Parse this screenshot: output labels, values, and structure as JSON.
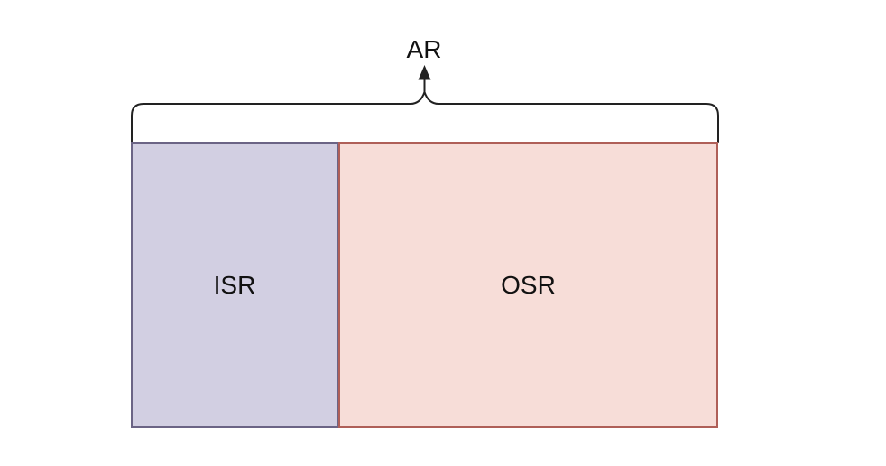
{
  "diagram": {
    "pointer": {
      "label": "AR"
    },
    "regions": [
      {
        "label": "ISR",
        "fill": "#d2cfe2",
        "border_color": "#6b6485"
      },
      {
        "label": "OSR",
        "fill": "#f7ddd8",
        "border_color": "#af5f58"
      }
    ],
    "brace_color": "#222222",
    "text_color": "#111111",
    "background": "#ffffff"
  }
}
